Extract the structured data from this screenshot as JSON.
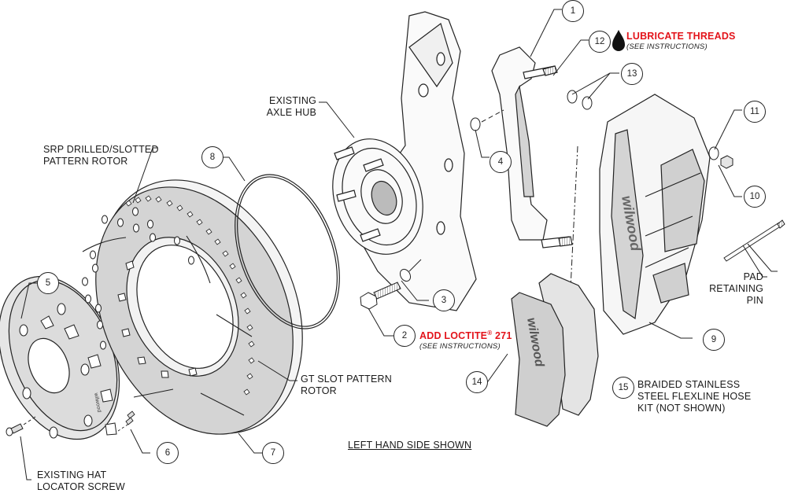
{
  "diagram": {
    "title": "Brake kit exploded assembly",
    "brand_marks": [
      "wilwood",
      "wilwood",
      "wilwood"
    ],
    "callouts": [
      {
        "num": "1"
      },
      {
        "num": "2"
      },
      {
        "num": "3"
      },
      {
        "num": "4"
      },
      {
        "num": "5"
      },
      {
        "num": "6"
      },
      {
        "num": "7"
      },
      {
        "num": "8"
      },
      {
        "num": "9"
      },
      {
        "num": "10"
      },
      {
        "num": "11"
      },
      {
        "num": "12"
      },
      {
        "num": "13"
      },
      {
        "num": "14"
      },
      {
        "num": "15"
      }
    ],
    "labels": {
      "existing_axle_hub": [
        "EXISTING",
        "AXLE HUB"
      ],
      "srp_rotor": [
        "SRP DRILLED/SLOTTED",
        "PATTERN ROTOR"
      ],
      "gt_rotor": [
        "GT SLOT PATTERN",
        "ROTOR"
      ],
      "hat_screw": [
        "EXISTING HAT",
        "LOCATOR SCREW"
      ],
      "pad_pin": [
        "PAD",
        "RETAINING",
        "PIN"
      ],
      "flexline": [
        "BRAIDED STAINLESS",
        "STEEL FLEXLINE HOSE",
        "KIT (NOT SHOWN)"
      ],
      "side_shown": "LEFT HAND SIDE SHOWN"
    },
    "notes": {
      "lubricate": {
        "title": "LUBRICATE THREADS",
        "sub": "(SEE INSTRUCTIONS)"
      },
      "loctite": {
        "title": "ADD LOCTITE",
        "reg": "®",
        "num": " 271",
        "sub": "(SEE INSTRUCTIONS)"
      }
    },
    "colors": {
      "line": "#222222",
      "part_fill": "#d4d4d4",
      "part_fill_light": "#e8e8e8",
      "note_red": "#e3141b",
      "background": "#ffffff"
    }
  }
}
